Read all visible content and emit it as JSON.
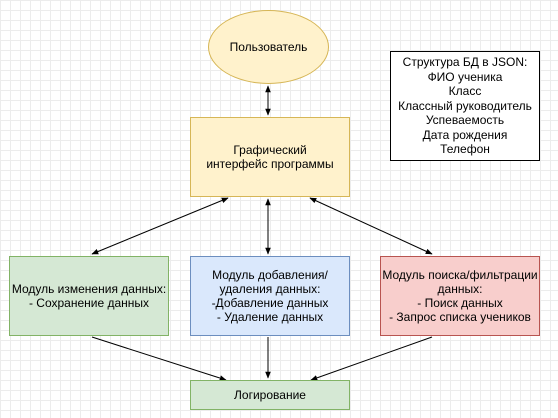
{
  "nodes": {
    "user": {
      "lines": [
        "Пользователь"
      ]
    },
    "gui": {
      "lines": [
        "Графический",
        "интерфейс программы"
      ]
    },
    "mod_edit": {
      "lines": [
        "Модуль изменения данных:",
        "- Сохранение данных"
      ]
    },
    "mod_add": {
      "lines": [
        "Модуль добавления/",
        "удаления данных:",
        "-Добавление данных",
        "- Удаление данных"
      ]
    },
    "mod_search": {
      "lines": [
        "Модуль поиска/фильтрации",
        "данных:",
        "- Поиск данных",
        "- Запрос списка учеников"
      ]
    },
    "logging": {
      "lines": [
        "Логирование"
      ]
    }
  },
  "note": {
    "lines": [
      "Структура БД в JSON:",
      "ФИО ученика",
      "Класс",
      "Классный руководитель",
      "Успеваемость",
      "Дата рождения",
      "Телефон"
    ]
  },
  "colors": {
    "yellow_fill": "#fff2cc",
    "yellow_stroke": "#d6b656",
    "green_fill": "#d5e8d4",
    "green_stroke": "#82b366",
    "blue_fill": "#dae8fc",
    "blue_stroke": "#6c8ebf",
    "red_fill": "#f8cecc",
    "red_stroke": "#b85450"
  }
}
